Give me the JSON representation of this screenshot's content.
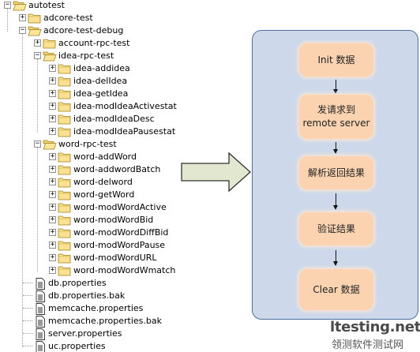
{
  "tree": [
    {
      "indent": 0,
      "exp": "−",
      "type": "folder",
      "label": "autotest",
      "open": true
    },
    {
      "indent": 1,
      "exp": "+",
      "type": "folder",
      "label": "adcore-test"
    },
    {
      "indent": 1,
      "exp": "−",
      "type": "folder",
      "label": "adcore-test-debug",
      "open": true
    },
    {
      "indent": 2,
      "exp": "+",
      "type": "folder",
      "label": "account-rpc-test"
    },
    {
      "indent": 2,
      "exp": "−",
      "type": "folder",
      "label": "idea-rpc-test",
      "open": true
    },
    {
      "indent": 3,
      "exp": "+",
      "type": "folder",
      "label": "idea-addidea"
    },
    {
      "indent": 3,
      "exp": "+",
      "type": "folder",
      "label": "idea-delIdea"
    },
    {
      "indent": 3,
      "exp": "+",
      "type": "folder",
      "label": "idea-getIdea"
    },
    {
      "indent": 3,
      "exp": "+",
      "type": "folder",
      "label": "idea-modIdeaActivestat"
    },
    {
      "indent": 3,
      "exp": "+",
      "type": "folder",
      "label": "idea-modIdeaDesc"
    },
    {
      "indent": 3,
      "exp": "+",
      "type": "folder",
      "label": "idea-modIdeaPausestat"
    },
    {
      "indent": 2,
      "exp": "−",
      "type": "folder",
      "label": "word-rpc-test",
      "open": true
    },
    {
      "indent": 3,
      "exp": "+",
      "type": "folder",
      "label": "word-addWord"
    },
    {
      "indent": 3,
      "exp": "+",
      "type": "folder",
      "label": "word-addwordBatch"
    },
    {
      "indent": 3,
      "exp": "+",
      "type": "folder",
      "label": "word-delword"
    },
    {
      "indent": 3,
      "exp": "+",
      "type": "folder",
      "label": "word-getWord"
    },
    {
      "indent": 3,
      "exp": "+",
      "type": "folder",
      "label": "word-modWordActive"
    },
    {
      "indent": 3,
      "exp": "+",
      "type": "folder",
      "label": "word-modWordBid"
    },
    {
      "indent": 3,
      "exp": "+",
      "type": "folder",
      "label": "word-modWordDiffBid"
    },
    {
      "indent": 3,
      "exp": "+",
      "type": "folder",
      "label": "word-modWordPause"
    },
    {
      "indent": 3,
      "exp": "+",
      "type": "folder",
      "label": "word-modWordURL"
    },
    {
      "indent": 3,
      "exp": "+",
      "type": "folder",
      "label": "word-modWordWmatch"
    },
    {
      "indent": 2,
      "exp": "",
      "type": "file",
      "label": "db.properties"
    },
    {
      "indent": 2,
      "exp": "",
      "type": "file",
      "label": "db.properties.bak"
    },
    {
      "indent": 2,
      "exp": "",
      "type": "file",
      "label": "memcache.properties"
    },
    {
      "indent": 2,
      "exp": "",
      "type": "file",
      "label": "memcache.properties.bak"
    },
    {
      "indent": 2,
      "exp": "",
      "type": "file",
      "label": "server.properties"
    },
    {
      "indent": 2,
      "exp": "",
      "type": "file",
      "label": "uc.properties"
    }
  ],
  "flow": {
    "steps": [
      "Init 数据",
      "发请求到\nremote server",
      "解析返回结果",
      "验证结果",
      "Clear 数据"
    ]
  },
  "watermark": {
    "site": "ltesting.net",
    "tagline": "领测软件测试网"
  },
  "colors": {
    "panel_fill": "#cdd9ea",
    "panel_border": "#4e6e9e",
    "step_fill": "#fbd3b0",
    "folder_fill": "#fbe191",
    "arrow_fill": "#e2e8d0"
  }
}
